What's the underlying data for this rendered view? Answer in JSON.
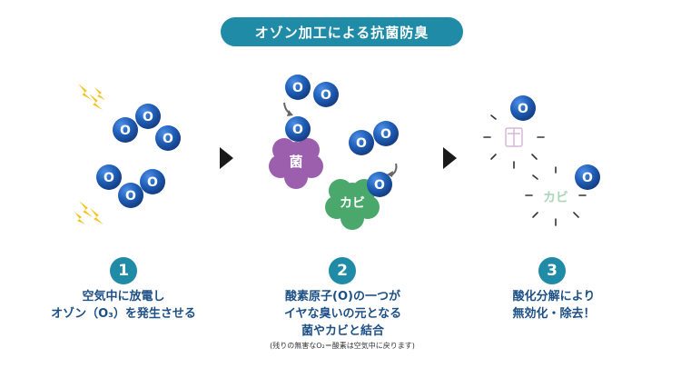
{
  "title": "オゾン加工による抗菌防臭",
  "steps": [
    {
      "number": "1",
      "lines": [
        "空気中に放電し",
        "オゾン（O₃）を発生させる"
      ]
    },
    {
      "number": "2",
      "lines": [
        "酸素原子(O)の一つが",
        "イヤな臭いの元となる",
        "菌やカビと結合"
      ],
      "note": "(残りの無害なO₂＝酸素は空気中に戻ります)"
    },
    {
      "number": "3",
      "lines": [
        "酸化分解により",
        "無効化・除去！"
      ]
    }
  ],
  "atom_label": "O",
  "germ_label": "菌",
  "mold_label": "カビ",
  "colors": {
    "accent": "#1f8ba6",
    "text": "#1c4f86",
    "atom": "#1f5fb8",
    "germ": "#9b5fae",
    "mold": "#4aa86c",
    "spark": "#f3c21a"
  }
}
